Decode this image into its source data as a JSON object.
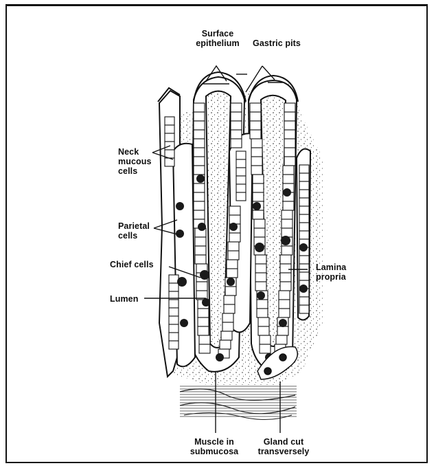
{
  "labels": {
    "surface_epithelium": [
      "Surface",
      "epithelium"
    ],
    "gastric_pits": [
      "Gastric pits"
    ],
    "neck_mucous_cells": [
      "Neck",
      "mucous",
      "cells"
    ],
    "parietal_cells": [
      "Parietal",
      "cells"
    ],
    "chief_cells": [
      "Chief cells"
    ],
    "lumen": [
      "Lumen"
    ],
    "lamina_propria": [
      "Lamina",
      "propria"
    ],
    "muscle_in_submucosa": [
      "Muscle in",
      "submucosa"
    ],
    "gland_cut_transversely": [
      "Gland cut",
      "transversely"
    ]
  },
  "colors": {
    "ink": "#111111",
    "parietal_fill": "#1a1a1a",
    "cell_fill": "#ffffff"
  }
}
